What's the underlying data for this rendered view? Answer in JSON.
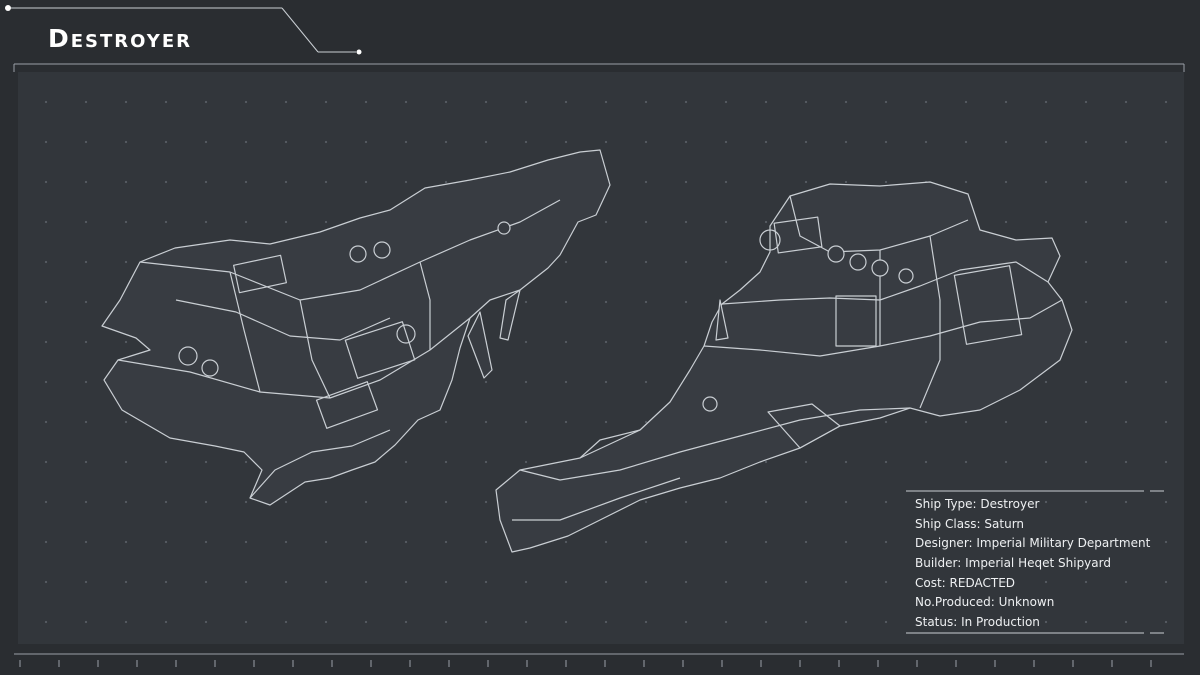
{
  "header": {
    "title": "Destroyer"
  },
  "specs": {
    "items": [
      {
        "label": "Ship Type",
        "value": "Destroyer",
        "text": "Ship Type: Destroyer"
      },
      {
        "label": "Ship Class",
        "value": "Saturn",
        "text": "Ship Class: Saturn"
      },
      {
        "label": "Designer",
        "value": "Imperial Military Department",
        "text": "Designer: Imperial Military Department"
      },
      {
        "label": "Builder",
        "value": "Imperial Heqet Shipyard",
        "text": "Builder: Imperial Heqet Shipyard"
      },
      {
        "label": "Cost",
        "value": "REDACTED",
        "text": "Cost: REDACTED"
      },
      {
        "label": "No.Produced",
        "value": "Unknown",
        "text": "No.Produced: Unknown"
      },
      {
        "label": "Status",
        "value": "In Production",
        "text": "Status: In Production"
      }
    ]
  },
  "colors": {
    "background": "#2a2d31",
    "panel": "#32363b",
    "line": "#c9ced3",
    "text": "#eef0f2"
  },
  "icons": {
    "ship_left": "destroyer-blueprint-top-view",
    "ship_right": "destroyer-blueprint-angled-view"
  }
}
